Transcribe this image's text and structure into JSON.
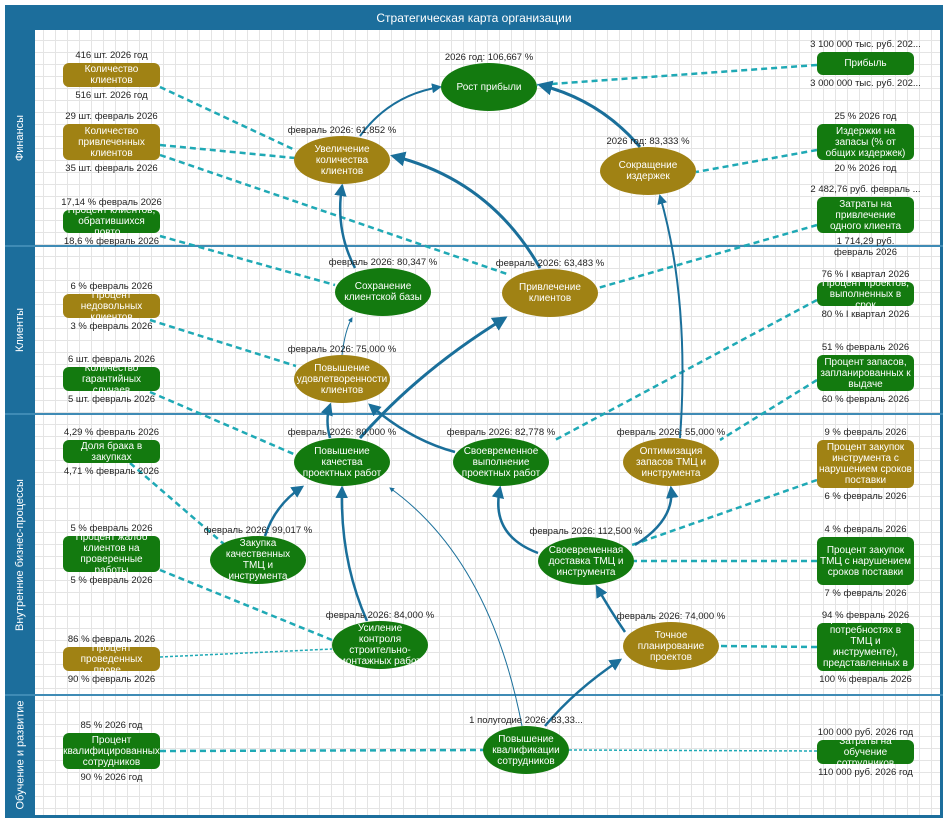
{
  "title": "Стратегическая карта организации",
  "colors": {
    "frame": "#1c6e9c",
    "green": "#137a0f",
    "gold": "#a08214",
    "link": "#1a9fb0",
    "arrow": "#1a6f9a"
  },
  "lanes": [
    {
      "label": "Финансы"
    },
    {
      "label": "Клиенты"
    },
    {
      "label": "Внутренние бизнес-процессы"
    },
    {
      "label": "Обучение и развитие"
    }
  ],
  "objectives": [
    {
      "name": "Рост прибыли",
      "value": "2026 год: 106,667 %",
      "status": "green"
    },
    {
      "name": "Увеличение количества клиентов",
      "value": "февраль 2026: 61,852 %",
      "status": "gold"
    },
    {
      "name": "Сокращение издержек",
      "value": "2026 год: 83,333 %",
      "status": "gold"
    },
    {
      "name": "Сохранение клиентской базы",
      "value": "февраль 2026: 80,347 %",
      "status": "green"
    },
    {
      "name": "Привлечение клиентов",
      "value": "февраль 2026: 63,483 %",
      "status": "gold"
    },
    {
      "name": "Повышение удовлетворенности клиентов",
      "value": "февраль 2026: 75,000 %",
      "status": "gold"
    },
    {
      "name": "Повышение качества проектных работ",
      "value": "февраль 2026: 80,000 %",
      "status": "green"
    },
    {
      "name": "Своевременное выполнение проектных работ",
      "value": "февраль 2026: 82,778 %",
      "status": "green"
    },
    {
      "name": "Оптимизация запасов ТМЦ и инструмента",
      "value": "февраль 2026: 55,000 %",
      "status": "gold"
    },
    {
      "name": "Закупка качественных ТМЦ и инструмента",
      "value": "февраль 2026: 99,017 %",
      "status": "green"
    },
    {
      "name": "Своевременная доставка ТМЦ и инструмента",
      "value": "февраль 2026: 112,500 %",
      "status": "green"
    },
    {
      "name": "Усиление контроля строительно-монтажных работ",
      "value": "февраль 2026: 84,000 %",
      "status": "green"
    },
    {
      "name": "Точное планирование проектов",
      "value": "февраль 2026: 74,000 %",
      "status": "gold"
    },
    {
      "name": "Повышение квалификации сотрудников",
      "value": "1 полугодие 2026: 83,33...",
      "status": "green"
    }
  ],
  "kpis": [
    {
      "name": "Количество клиентов",
      "top": "416 шт. 2026 год",
      "bottom": "516 шт. 2026 год",
      "status": "gold"
    },
    {
      "name": "Количество привлеченных клиентов",
      "top": "29 шт. февраль 2026",
      "bottom": "35 шт. февраль 2026",
      "status": "gold"
    },
    {
      "name": "Процент клиентов, обратившихся повто...",
      "top": "17,14 % февраль 2026",
      "bottom": "18,6 % февраль 2026",
      "status": "green"
    },
    {
      "name": "Процент недовольных клиентов",
      "top": "6 % февраль 2026",
      "bottom": "3 % февраль 2026",
      "status": "gold"
    },
    {
      "name": "Количество гарантийных случаев",
      "top": "6 шт. февраль 2026",
      "bottom": "5 шт. февраль 2026",
      "status": "green"
    },
    {
      "name": "Доля брака в закупках",
      "top": "4,29 % февраль 2026",
      "bottom": "4,71 % февраль 2026",
      "status": "green"
    },
    {
      "name": "Процент жалоб клиентов на проверенные работы",
      "top": "5 % февраль 2026",
      "bottom": "5 % февраль 2026",
      "status": "green"
    },
    {
      "name": "Процент проведенных прове...",
      "top": "86 % февраль 2026",
      "bottom": "90 % февраль 2026",
      "status": "gold"
    },
    {
      "name": "Процент квалифицированных сотрудников",
      "top": "85 % 2026 год",
      "bottom": "90 % 2026 год",
      "status": "green"
    },
    {
      "name": "Прибыль",
      "top": "3 100 000 тыс. руб. 202...",
      "bottom": "3 000 000 тыс. руб. 202...",
      "status": "green"
    },
    {
      "name": "Издержки на запасы (% от общих издержек)",
      "top": "25 % 2026 год",
      "bottom": "20 % 2026 год",
      "status": "green"
    },
    {
      "name": "Затраты на привлечение одного клиента",
      "top": "2 482,76 руб. февраль ...",
      "bottom": "1 714,29 руб. февраль 2026",
      "status": "green"
    },
    {
      "name": "Процент проектов, выполненных в срок",
      "top": "76 % I квартал 2026",
      "bottom": "80 % I квартал 2026",
      "status": "green"
    },
    {
      "name": "Процент запасов, запланированных к выдаче",
      "top": "51 % февраль 2026",
      "bottom": "60 % февраль 2026",
      "status": "green"
    },
    {
      "name": "Процент закупок инструмента с нарушением сроков поставки",
      "top": "9 % февраль 2026",
      "bottom": "6 % февраль 2026",
      "status": "gold"
    },
    {
      "name": "Процент закупок ТМЦ с нарушением сроков поставки",
      "top": "4 % февраль 2026",
      "bottom": "7 % февраль 2026",
      "status": "green"
    },
    {
      "name": "Процент заявок (о потребностях в ТМЦ и инструменте), представленных в ср...",
      "top": "94 % февраль 2026",
      "bottom": "100 % февраль 2026",
      "status": "green"
    },
    {
      "name": "Затраты на обучение сотрудников",
      "top": "100 000 руб. 2026 год",
      "bottom": "110 000 руб. 2026 год",
      "status": "green"
    }
  ]
}
